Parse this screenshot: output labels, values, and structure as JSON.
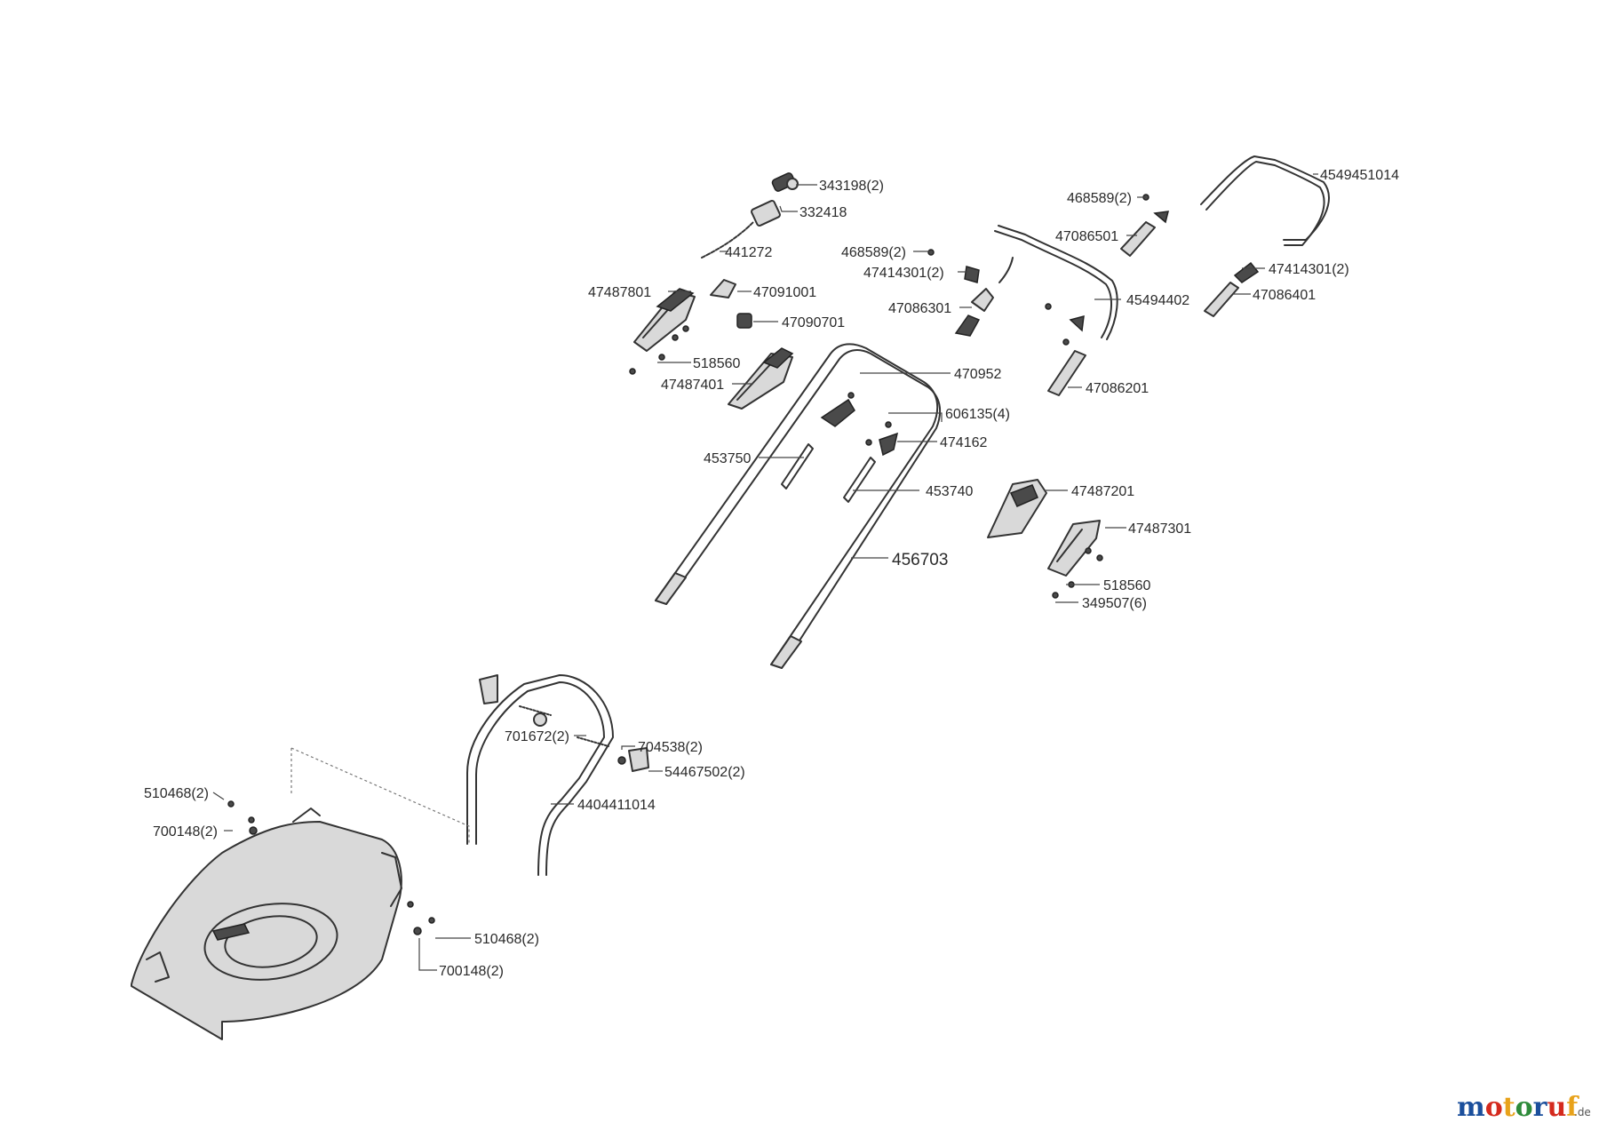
{
  "labels": {
    "p4549451014": "4549451014",
    "p468589_top": "468589(2)",
    "p47086501": "47086501",
    "p343198": "343198(2)",
    "p332418": "332418",
    "p441272": "441272",
    "p468589_mid": "468589(2)",
    "p47414301_left": "47414301(2)",
    "p47414301_right": "47414301(2)",
    "p47086401": "47086401",
    "p47487801": "47487801",
    "p47091001": "47091001",
    "p47086301": "47086301",
    "p45494402": "45494402",
    "p47090701": "47090701",
    "p518560_top": "518560",
    "p47487401": "47487401",
    "p470952": "470952",
    "p47086201": "47086201",
    "p606135": "606135(4)",
    "p474162": "474162",
    "p453750": "453750",
    "p453740": "453740",
    "p47487201": "47487201",
    "p47487301": "47487301",
    "p456703": "456703",
    "p518560_bot": "518560",
    "p349507": "349507(6)",
    "p701672": "701672(2)",
    "p704538": "704538(2)",
    "p54467502": "54467502(2)",
    "p510468_left": "510468(2)",
    "p4404411014": "4404411014",
    "p700148_left": "700148(2)",
    "p510468_right": "510468(2)",
    "p700148_right": "700148(2)"
  },
  "logo": {
    "brand": "motoruf",
    "suffix": ".de",
    "colors": [
      "#1b4f9c",
      "#d42a1e",
      "#e8a21a",
      "#2e8b3a"
    ]
  }
}
